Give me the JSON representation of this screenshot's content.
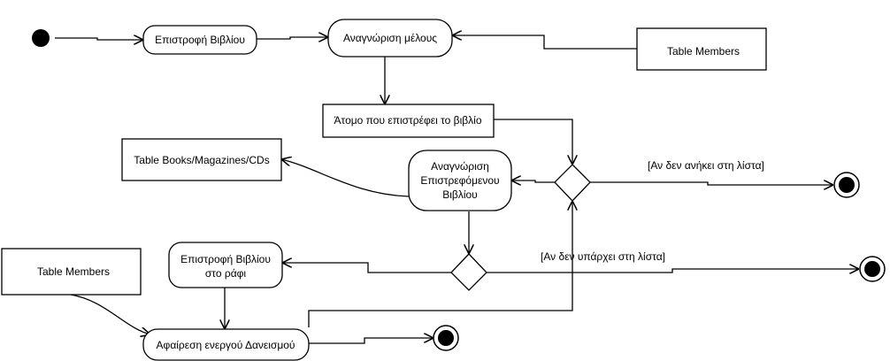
{
  "actions": {
    "return_book": "Επιστροφή Βιβλίου",
    "identify_member": "Αναγνώριση μέλους",
    "identify_book": [
      "Αναγνώριση",
      "Επιστρεφόμενου",
      "Βιβλίου"
    ],
    "return_to_shelf": [
      "Επιστροφή Βιβλίου",
      "στο ράφι"
    ],
    "remove_loan": "Αφαίρεση ενεργού Δανεισμού"
  },
  "objects": {
    "person_returning": "Άτομο που επιστρέφει το βιβλίο",
    "table_members_top": "Table Members",
    "table_books": "Table Books/Magazines/CDs",
    "table_members_left": "Table Members"
  },
  "guards": {
    "not_in_list": "[Αν δεν ανήκει στη λίστα]",
    "not_exists_in_list": "[Αν δεν υπάρχει στη λίστα]"
  }
}
